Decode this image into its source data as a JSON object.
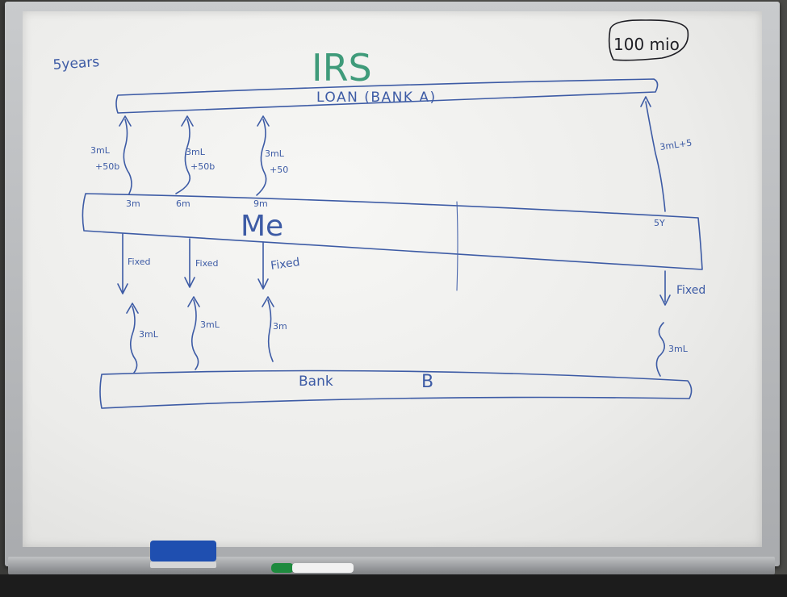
{
  "board": {
    "title": "IRS",
    "term": "5years",
    "notional": "100 mio",
    "loan_label": "LOAN (BANK A)",
    "me_label": "Me",
    "bank_b_label": "Bank",
    "bank_b_letter": "B"
  },
  "upper_flows": [
    {
      "rate": "3mL",
      "spread": "+50b",
      "period": "3m"
    },
    {
      "rate": "3mL",
      "spread": "+50b",
      "period": "6m"
    },
    {
      "rate": "3mL",
      "spread": "+50",
      "period": "9m"
    }
  ],
  "upper_last": {
    "rate": "3mL+5",
    "period": "5Y"
  },
  "fixed_labels": [
    "Fixed",
    "Fixed",
    "Fixed",
    "Fixed"
  ],
  "lower_labels": [
    "3mL",
    "3mL",
    "3m",
    "3mL"
  ],
  "accessories": {
    "eraser_color": "#1f4fb0",
    "marker_color": "#1e8a3e"
  }
}
